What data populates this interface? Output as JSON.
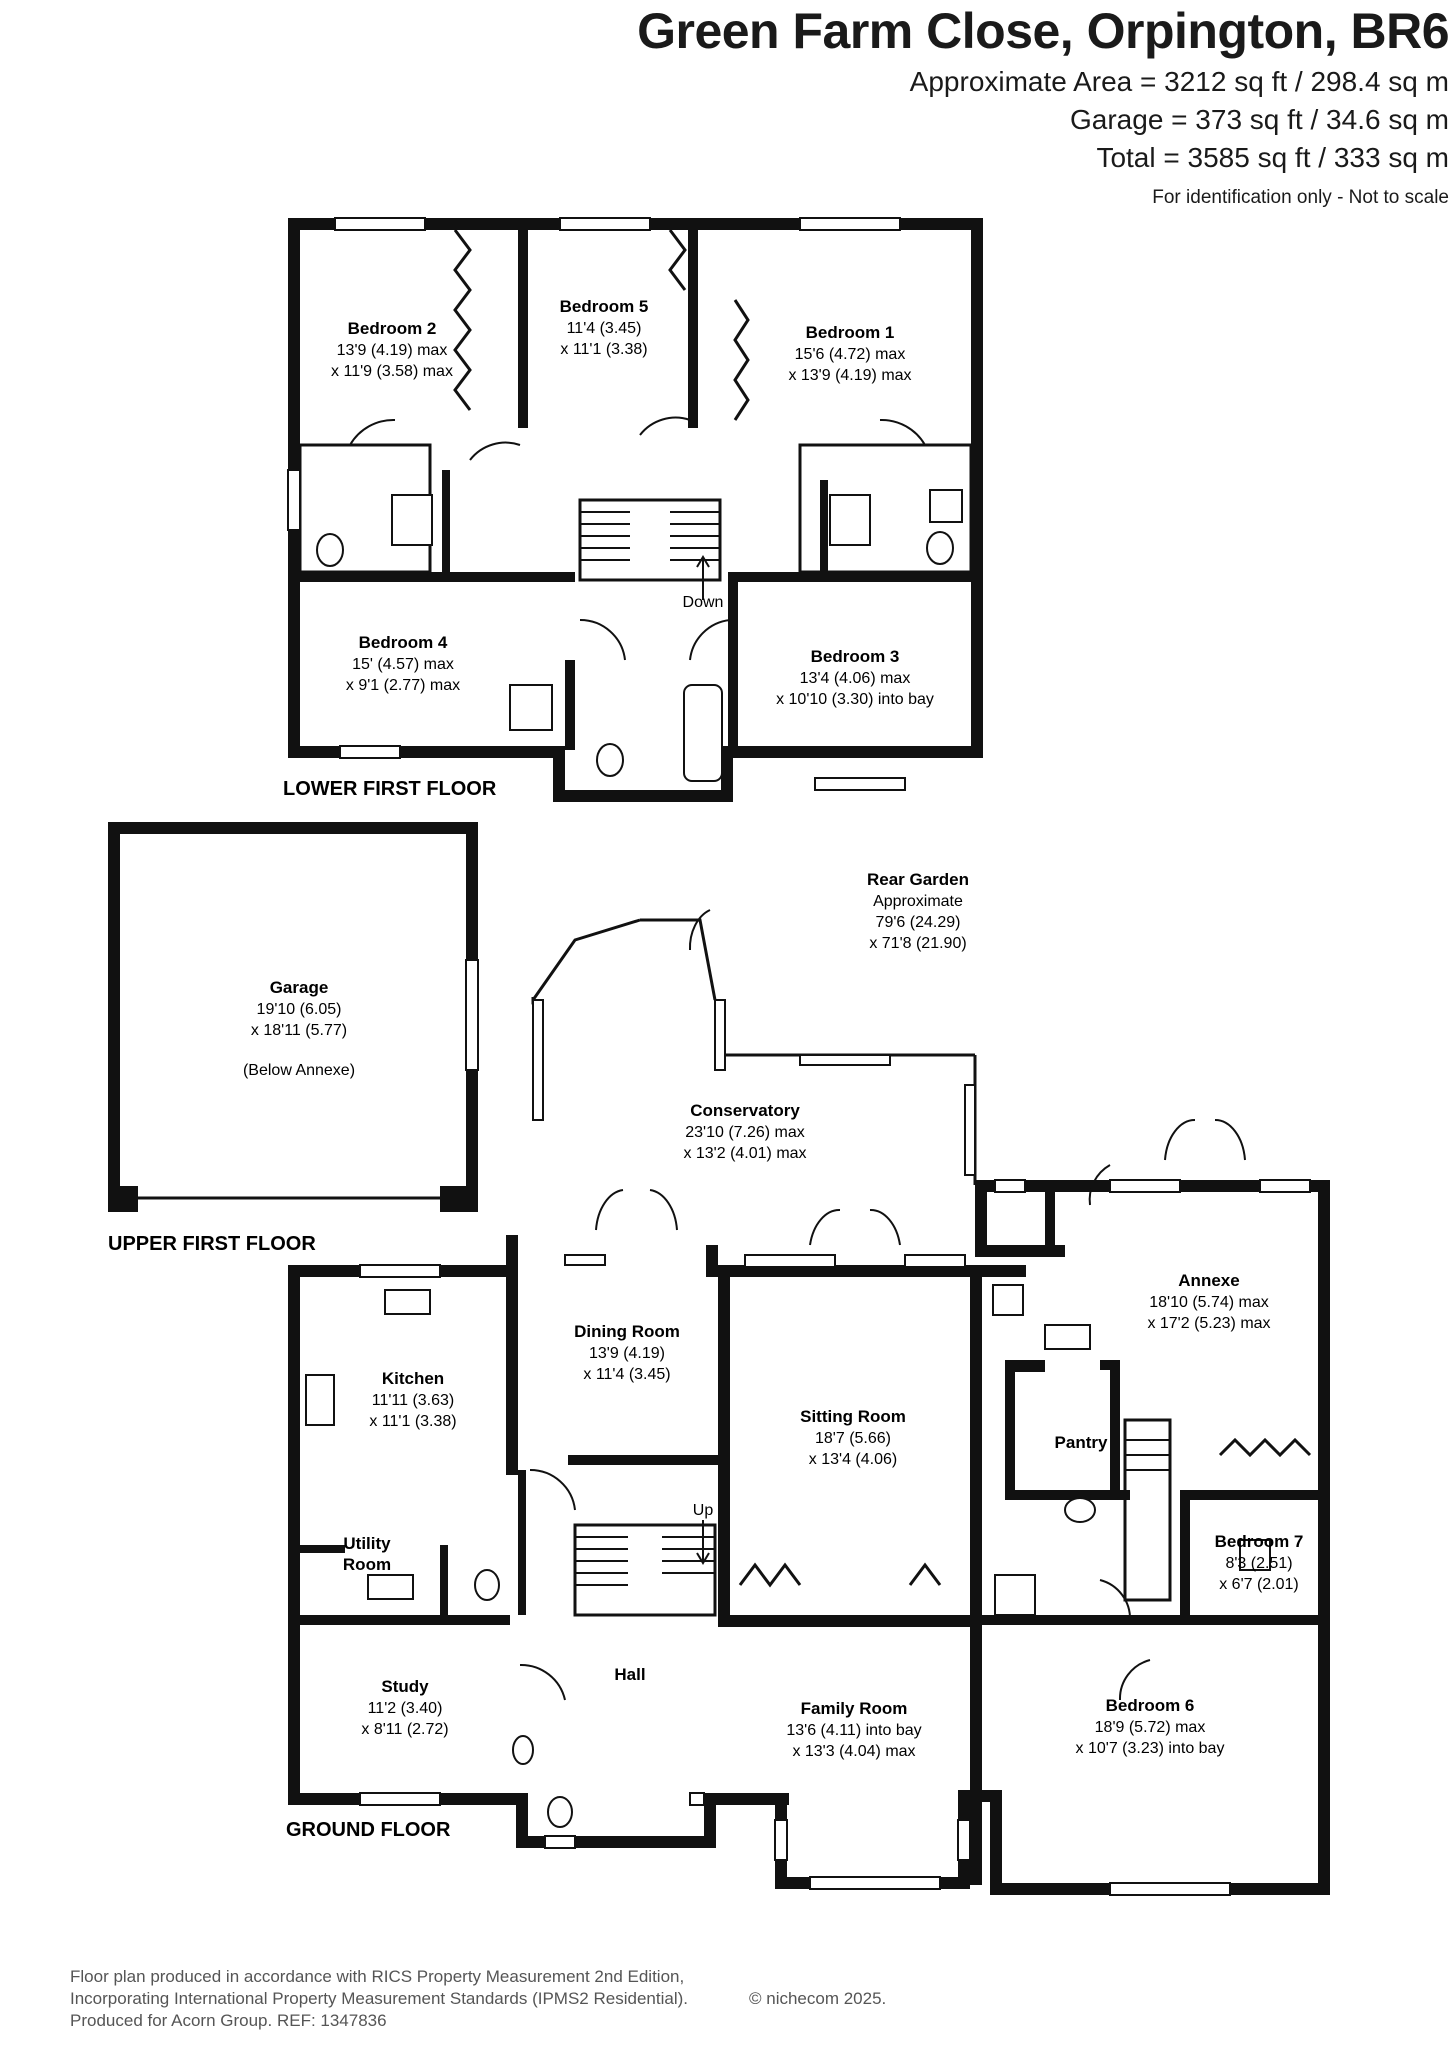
{
  "header": {
    "title": "Green Farm Close, Orpington, BR6",
    "approx_area": "Approximate Area = 3212 sq ft / 298.4 sq m",
    "garage_area": "Garage = 373 sq ft / 34.6 sq m",
    "total_area": "Total = 3585 sq ft / 333 sq m",
    "disclaimer": "For identification only - Not to scale"
  },
  "floors": {
    "lower_first": "LOWER FIRST FLOOR",
    "upper_first": "UPPER FIRST FLOOR",
    "ground": "GROUND FLOOR"
  },
  "rooms": {
    "bedroom2": {
      "name": "Bedroom 2",
      "dim1": "13'9 (4.19) max",
      "dim2": "x 11'9 (3.58) max"
    },
    "bedroom5": {
      "name": "Bedroom 5",
      "dim1": "11'4 (3.45)",
      "dim2": "x 11'1 (3.38)"
    },
    "bedroom1": {
      "name": "Bedroom 1",
      "dim1": "15'6 (4.72) max",
      "dim2": "x 13'9 (4.19) max"
    },
    "bedroom4": {
      "name": "Bedroom 4",
      "dim1": "15' (4.57) max",
      "dim2": "x 9'1 (2.77) max"
    },
    "bedroom3": {
      "name": "Bedroom 3",
      "dim1": "13'4 (4.06) max",
      "dim2": "x 10'10 (3.30) into bay"
    },
    "rear_garden": {
      "name": "Rear Garden",
      "dim1": "Approximate",
      "dim2": "79'6 (24.29)",
      "dim3": "x 71'8 (21.90)"
    },
    "garage": {
      "name": "Garage",
      "dim1": "19'10 (6.05)",
      "dim2": "x 18'11 (5.77)",
      "note": "(Below Annexe)"
    },
    "conservatory": {
      "name": "Conservatory",
      "dim1": "23'10 (7.26) max",
      "dim2": "x 13'2 (4.01) max"
    },
    "annexe": {
      "name": "Annexe",
      "dim1": "18'10 (5.74) max",
      "dim2": "x 17'2 (5.23) max"
    },
    "dining": {
      "name": "Dining Room",
      "dim1": "13'9 (4.19)",
      "dim2": "x 11'4 (3.45)"
    },
    "kitchen": {
      "name": "Kitchen",
      "dim1": "11'11 (3.63)",
      "dim2": "x 11'1 (3.38)"
    },
    "sitting": {
      "name": "Sitting Room",
      "dim1": "18'7 (5.66)",
      "dim2": "x 13'4 (4.06)"
    },
    "pantry": {
      "name": "Pantry"
    },
    "utility": {
      "name1": "Utility",
      "name2": "Room"
    },
    "bedroom7": {
      "name": "Bedroom 7",
      "dim1": "8'3 (2.51)",
      "dim2": "x 6'7 (2.01)"
    },
    "hall": {
      "name": "Hall"
    },
    "study": {
      "name": "Study",
      "dim1": "11'2 (3.40)",
      "dim2": "x 8'11 (2.72)"
    },
    "family": {
      "name": "Family Room",
      "dim1": "13'6 (4.11) into bay",
      "dim2": "x 13'3 (4.04) max"
    },
    "bedroom6": {
      "name": "Bedroom 6",
      "dim1": "18'9 (5.72) max",
      "dim2": "x 10'7 (3.23) into bay"
    }
  },
  "stairs": {
    "down": "Down",
    "up": "Up"
  },
  "footer": {
    "line1": "Floor plan produced in accordance with RICS Property Measurement 2nd Edition,",
    "line2": "Incorporating International Property Measurement Standards (IPMS2 Residential).",
    "line3": "Produced for Acorn Group.   REF: 1347836",
    "brand": "© nichecom 2025."
  }
}
